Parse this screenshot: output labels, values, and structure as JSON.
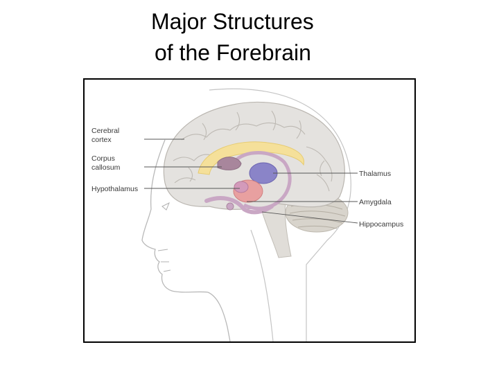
{
  "title": {
    "line1": "Major Structures",
    "line2": "of the Forebrain"
  },
  "figure": {
    "labels": {
      "cerebral_cortex_1": "Cerebral",
      "cerebral_cortex_2": "cortex",
      "corpus_callosum_1": "Corpus",
      "corpus_callosum_2": "callosum",
      "hypothalamus": "Hypothalamus",
      "thalamus": "Thalamus",
      "amygdala": "Amygdala",
      "hippocampus": "Hippocampus"
    },
    "colors": {
      "brain": "#e4e2df",
      "gyri_lines": "#b9b6b2",
      "corpus_callosum": "#f5e09a",
      "thalamus": "#8a84c8",
      "hypothalamus": "#e8a0a0",
      "limbic": "#c9a7c4",
      "cerebellum": "#d8d4cc",
      "head_outline": "#b8b8b8"
    }
  }
}
